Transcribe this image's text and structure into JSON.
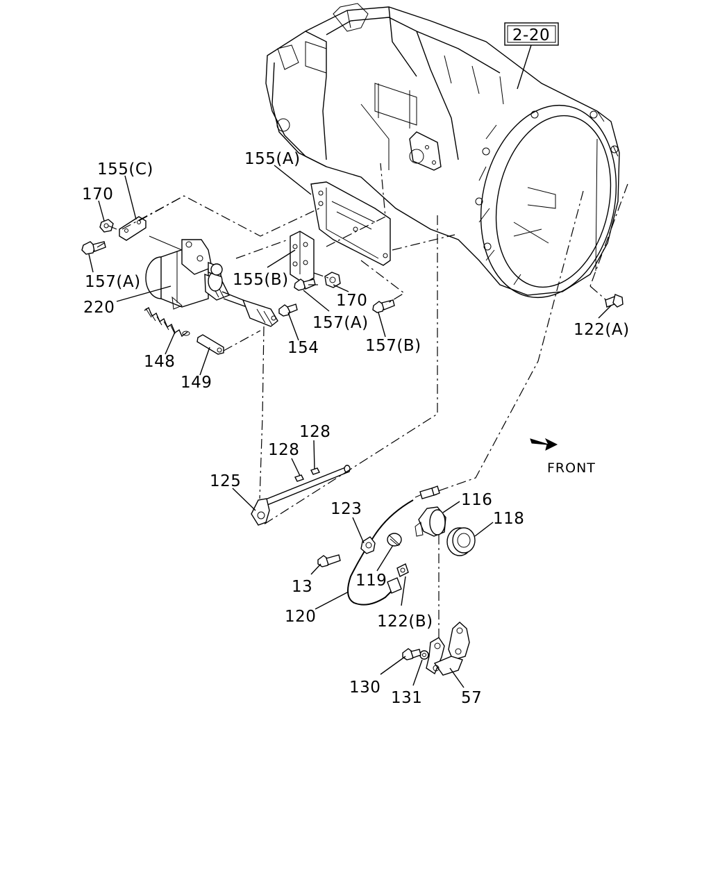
{
  "diagram": {
    "ref_box": "2-20",
    "front_label": "FRONT",
    "labels": {
      "p155c": "155(C)",
      "p155a": "155(A)",
      "p170a": "170",
      "p157a1": "157(A)",
      "p220": "220",
      "p155b": "155(B)",
      "p170b": "170",
      "p157a2": "157(A)",
      "p154": "154",
      "p157b": "157(B)",
      "p122a": "122(A)",
      "p148": "148",
      "p149": "149",
      "p128a": "128",
      "p128b": "128",
      "p125": "125",
      "p123": "123",
      "p116": "116",
      "p118": "118",
      "p13": "13",
      "p119": "119",
      "p120": "120",
      "p122b": "122(B)",
      "p130": "130",
      "p131": "131",
      "p57": "57"
    }
  }
}
